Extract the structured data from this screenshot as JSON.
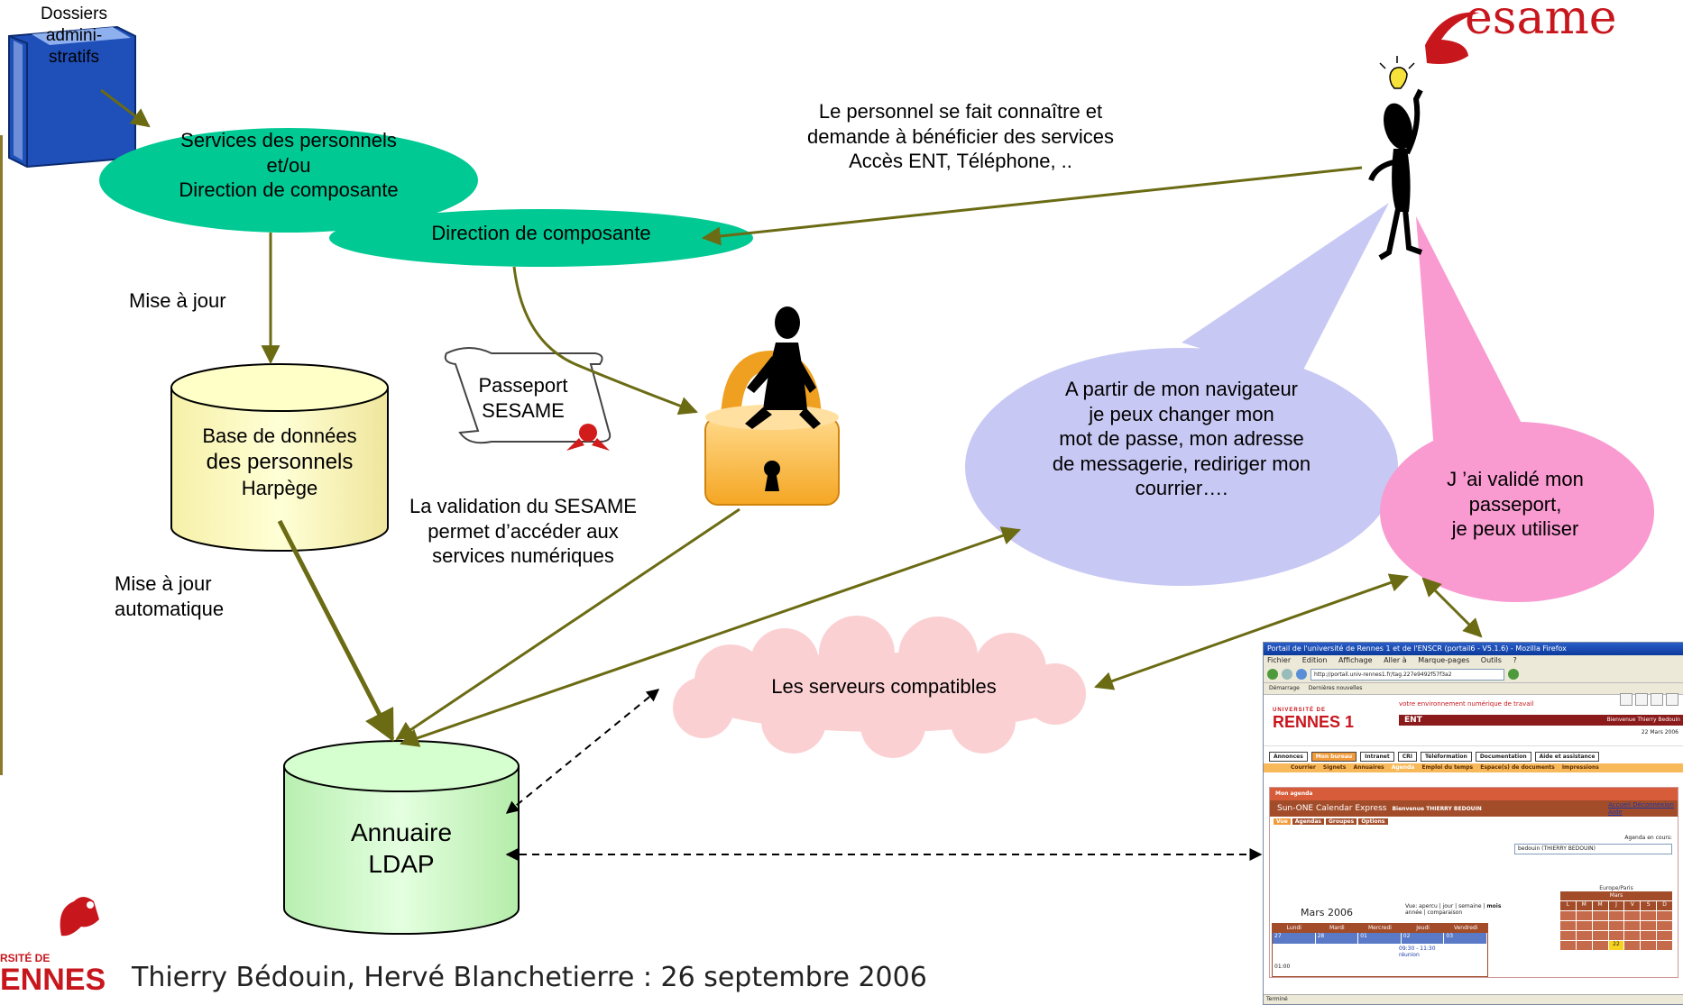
{
  "folder": {
    "label_lines": [
      "Dossiers",
      "admini-",
      "stratifs"
    ]
  },
  "services": {
    "lines": [
      "Services des personnels",
      "et/ou",
      "Direction de composante"
    ]
  },
  "direction": {
    "label": "Direction de composante"
  },
  "maj": {
    "label": "Mise à jour"
  },
  "maj_auto": {
    "lines": [
      "Mise à jour",
      "automatique"
    ]
  },
  "base": {
    "lines": [
      "Base de données",
      "des personnels",
      "Harpège"
    ]
  },
  "passport": {
    "lines": [
      "Passeport",
      "SESAME"
    ]
  },
  "validation": {
    "lines": [
      "La validation du SESAME",
      "permet d’accéder aux",
      "services numériques"
    ]
  },
  "personnel": {
    "lines": [
      "Le personnel se fait connaître et",
      "demande à bénéficier des services",
      "Accès ENT, Téléphone, .."
    ]
  },
  "bubble_blue": {
    "lines": [
      "A partir de mon navigateur",
      "je peux changer mon",
      "mot de passe, mon adresse",
      "de messagerie, rediriger mon",
      "courrier…."
    ]
  },
  "bubble_pink": {
    "lines": [
      "J ’ai validé mon",
      "passeport,",
      "je peux utiliser"
    ]
  },
  "serveurs": {
    "label": "Les serveurs compatibles"
  },
  "annuaire": {
    "lines": [
      "Annuaire",
      "LDAP"
    ]
  },
  "logo_top": {
    "text": "esame"
  },
  "footer": {
    "logo_line1": "RSITÉ DE",
    "logo_line2": "ENNES",
    "text": "Thierry Bédouin, Hervé Blanchetierre : 26 septembre 2006"
  },
  "browser": {
    "title": "Portail de l'université de Rennes 1 et de l'ENSCR (portail6 - V5.1.6) - Mozilla Firefox",
    "menu": [
      "Fichier",
      "Edition",
      "Affichage",
      "Aller à",
      "Marque-pages",
      "Outils",
      "?"
    ],
    "url": "http://portail.univ-rennes1.fr/tag.227e9492f57f3a2",
    "bookmarks": [
      "Démarrage",
      "Dernières nouvelles"
    ],
    "logo_line1": "UNIVERSITÉ DE",
    "logo_line2": "RENNES 1",
    "tagline": "votre environnement numérique de travail",
    "ent_label": "ENT",
    "welcome": "Bienvenue Thierry Bedouin",
    "date": "22 Mars 2006",
    "tabs": [
      "Annonces",
      "Mon bureau",
      "Intranet",
      "CRI",
      "Téléformation",
      "Documentation",
      "Aide et assistance"
    ],
    "subtabs": [
      "Courrier",
      "Signets",
      "Annuaires",
      "Agenda",
      "Emploi du temps",
      "Espace(s) de documents",
      "Impressions"
    ],
    "panel_title": "Mon agenda",
    "calendar_title": "Sun-ONE Calendar Express",
    "calendar_welcome": "Bienvenue THIERRY BEDOUIN",
    "calendar_links": [
      "Accueil",
      "Déconnexion",
      "Aide"
    ],
    "calendar_tabs": [
      "Vue",
      "Agendas",
      "Groupes",
      "Options"
    ],
    "agenda_label": "Agenda en cours:",
    "agenda_value": "bedouin (THIERRY BEDOUIN)",
    "month": "Mars 2006",
    "views_label": "Vue:",
    "views": [
      "apercu",
      "jour",
      "semaine",
      "mois",
      "année",
      "comparaison"
    ],
    "days": [
      "Lundi",
      "Mardi",
      "Mercredi",
      "Jeudi",
      "Vendredi"
    ],
    "week_dates": [
      "27",
      "28",
      "01",
      "02",
      "03"
    ],
    "event_time": "09:30 - 11:30",
    "event_label": "réunion",
    "time_slot": "01:00",
    "timezone": "Europe/Paris",
    "mini_month": "Mars",
    "mini_days": [
      "L",
      "M",
      "M",
      "J",
      "V",
      "S",
      "D"
    ],
    "today": "22",
    "status": "Terminé"
  }
}
